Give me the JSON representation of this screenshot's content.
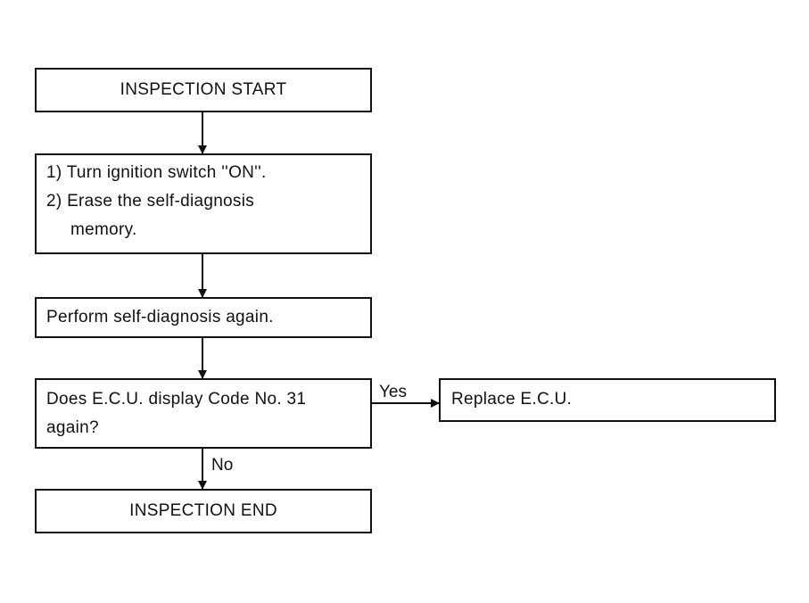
{
  "flowchart": {
    "start": "INSPECTION START",
    "step1": {
      "line1": "1) Turn ignition switch ''ON''.",
      "line2": "2) Erase the self-diagnosis",
      "line3": "memory."
    },
    "step2": "Perform self-diagnosis again.",
    "decision": {
      "line1": "Does E.C.U. display Code No. 31",
      "line2": "again?"
    },
    "yes_label": "Yes",
    "yes_action": "Replace E.C.U.",
    "no_label": "No",
    "end": "INSPECTION END"
  }
}
